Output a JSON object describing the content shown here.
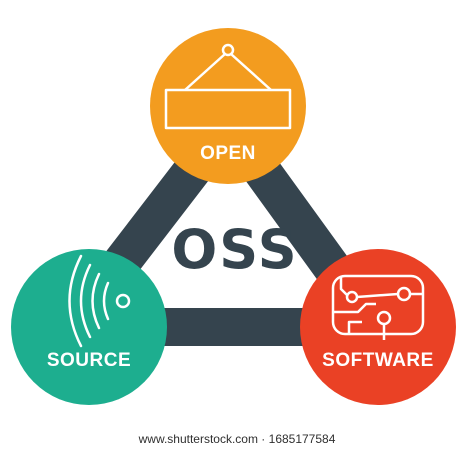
{
  "diagram": {
    "center": "OSS",
    "nodes": [
      {
        "id": "open",
        "label": "OPEN",
        "color": "#F39C1F",
        "icon": "hanging-sign-icon"
      },
      {
        "id": "source",
        "label": "SOURCE",
        "color": "#1DAE8F",
        "icon": "wireless-signal-icon"
      },
      {
        "id": "software",
        "label": "SOFTWARE",
        "color": "#EA4125",
        "icon": "circuit-board-icon"
      }
    ],
    "connector_color": "#35444E",
    "title_color": "#35444E"
  },
  "watermark": "www.shutterstock.com · 1685177584"
}
